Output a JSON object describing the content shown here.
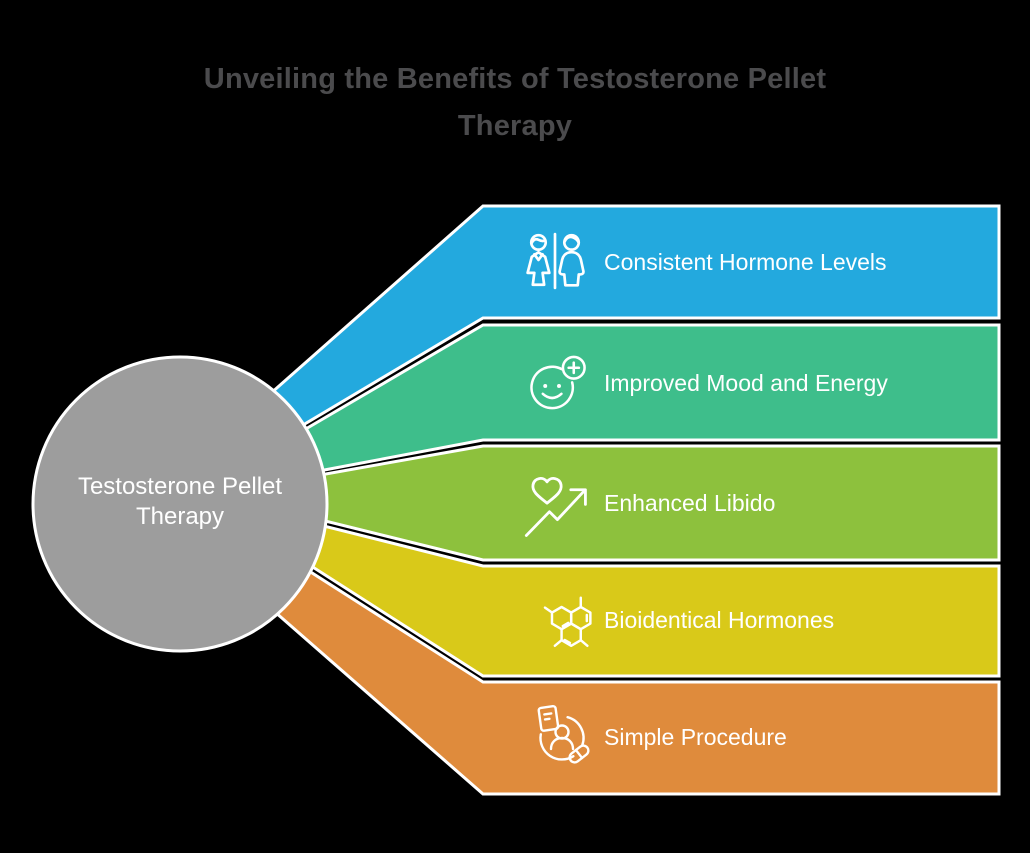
{
  "background_color": "#000000",
  "title": {
    "line1": "Unveiling the Benefits of Testosterone Pellet",
    "line2": "Therapy",
    "color": "#4B4B4D"
  },
  "center": {
    "label": "Testosterone Pellet Therapy",
    "color": "#9D9D9D",
    "border_color": "#FFFFFF",
    "text_color": "#FFFFFF"
  },
  "benefits": [
    {
      "label": "Consistent Hormone Levels",
      "color": "#23A9DE",
      "icon": "male-female-icon"
    },
    {
      "label": "Improved Mood and Energy",
      "color": "#3EBE8B",
      "icon": "smiley-plus-icon"
    },
    {
      "label": "Enhanced Libido",
      "color": "#8DC13D",
      "icon": "heart-trend-arrow-icon"
    },
    {
      "label": "Bioidentical Hormones",
      "color": "#D9C919",
      "icon": "molecule-icon"
    },
    {
      "label": "Simple Procedure",
      "color": "#DF8B3C",
      "icon": "clipboard-person-pill-icon"
    }
  ],
  "label_text_color": "#FFFFFF",
  "divider_color": "#FFFFFF"
}
